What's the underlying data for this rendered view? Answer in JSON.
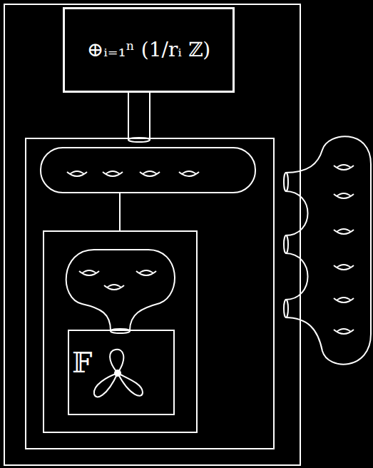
{
  "diagram": {
    "nodes": [
      {
        "text": []
      },
      {
        "text": [
          "⊕ᵢ₌₁ⁿ (1/rᵢ ℤ)"
        ],
        "in": 0
      },
      {
        "text": [],
        "in": 0
      },
      {
        "text": [],
        "in": 2
      },
      {
        "text": [
          "𝔽"
        ],
        "in": 3
      }
    ],
    "edges": [
      {
        "from": 1,
        "to": 2,
        "arrow": "none"
      }
    ]
  }
}
